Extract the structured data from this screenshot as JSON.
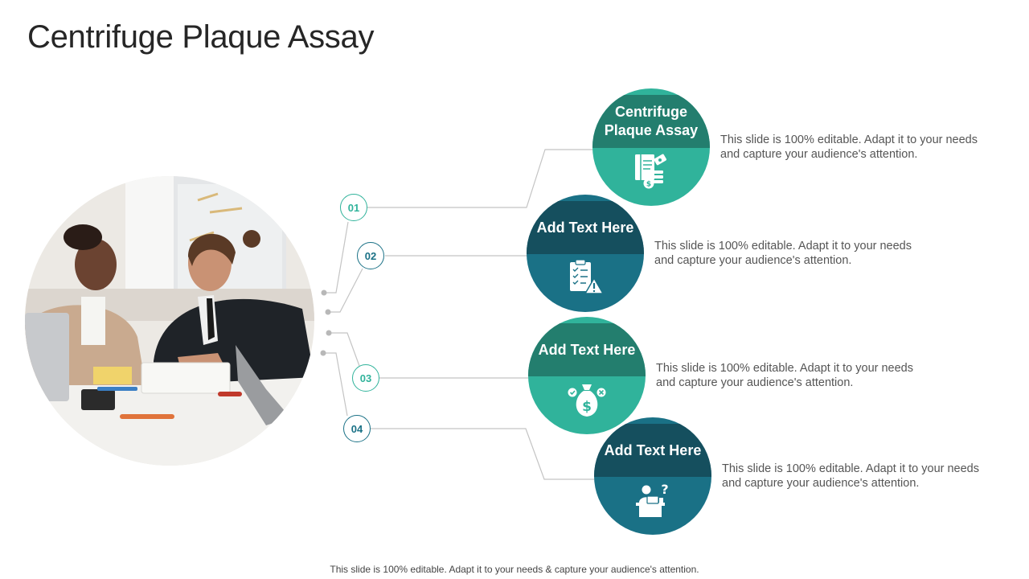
{
  "title": "Centrifuge Plaque Assay",
  "colors": {
    "teal": "#30b39b",
    "teal_dark": "#237e6e",
    "blue": "#1a7186",
    "blue_dark": "#154f5e"
  },
  "steps": [
    {
      "number": "01",
      "heading": "Centrifuge Plaque Assay",
      "description": "This slide is 100% editable. Adapt it to your needs and capture your audience's attention.",
      "icon": "document-money-icon"
    },
    {
      "number": "02",
      "heading": "Add Text Here",
      "description": "This slide is 100% editable. Adapt it to your needs and capture your audience's attention.",
      "icon": "clipboard-warning-icon"
    },
    {
      "number": "03",
      "heading": "Add Text Here",
      "description": "This slide is 100% editable. Adapt it to your needs and capture your audience's attention.",
      "icon": "money-bag-decision-icon"
    },
    {
      "number": "04",
      "heading": "Add Text Here",
      "description": "This slide is 100% editable. Adapt it to your needs and capture your audience's attention.",
      "icon": "person-desk-question-icon"
    }
  ],
  "footer": "This slide is 100% editable. Adapt it to your needs & capture your audience's attention."
}
